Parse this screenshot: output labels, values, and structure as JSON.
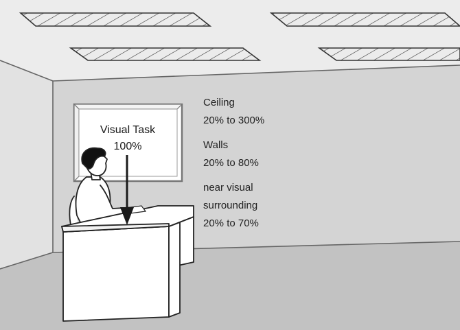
{
  "visual_task": {
    "title": "Visual Task",
    "value": "100%"
  },
  "ratios": [
    {
      "line1": "Ceiling",
      "line2": "20% to 300%",
      "line3": ""
    },
    {
      "line1": "Walls",
      "line2": "20% to 80%",
      "line3": ""
    },
    {
      "line1": "near visual",
      "line2": "surrounding",
      "line3": "20% to 70%"
    }
  ],
  "colors": {
    "ceiling": "#ececec",
    "wall": "#d4d4d4",
    "floor": "#c2c2c2",
    "line": "#444444",
    "arrow": "#1a1a1a"
  }
}
